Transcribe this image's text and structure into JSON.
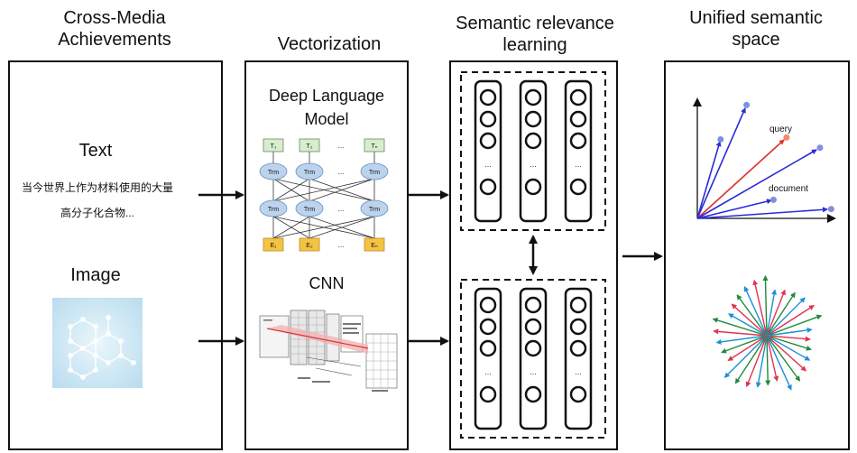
{
  "headers": {
    "col1_line1": "Cross-Media",
    "col1_line2": "Achievements",
    "col2": "Vectorization",
    "col3_line1": "Semantic relevance",
    "col3_line2": "learning",
    "col4_line1": "Unified semantic",
    "col4_line2": "space"
  },
  "panel1": {
    "text_label": "Text",
    "chinese_line1": "当今世界上作为材料使用的大量",
    "chinese_line2": "高分子化合物...",
    "image_label": "Image"
  },
  "panel2": {
    "dlm_line1": "Deep Language",
    "dlm_line2": "Model",
    "cnn_label": "CNN",
    "t_labels": [
      "T₁",
      "T₂",
      "...",
      "Tₙ"
    ],
    "trm_label": "Trm",
    "e_labels": [
      "E₁",
      "E₂",
      "...",
      "Eₙ"
    ],
    "ellipsis": "..."
  },
  "panel3": {
    "ellipsis": "..."
  },
  "panel4": {
    "query_label": "query",
    "document_label": "document"
  },
  "colors": {
    "border": "#111111",
    "t_box": "#d8ecd0",
    "e_box": "#f5c342",
    "trm": "#bcd3ee",
    "trm_stroke": "#6f8fb8",
    "vector_blue": "#2b2bd9",
    "vector_red": "#e0302a",
    "dot_blue": "#7e8fe0",
    "dot_red": "#f08a70",
    "star_red": "#e0344f",
    "star_green": "#1f8a3a",
    "star_blue": "#1c8fd6"
  }
}
